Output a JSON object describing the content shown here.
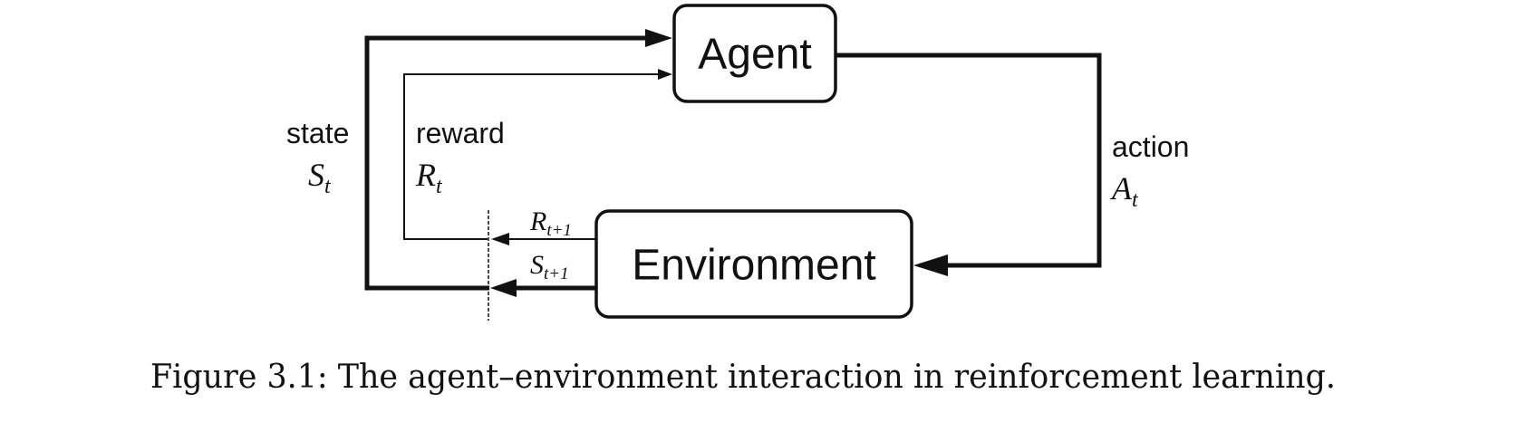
{
  "diagram": {
    "nodes": {
      "agent": {
        "label": "Agent"
      },
      "environment": {
        "label": "Environment"
      }
    },
    "edges": {
      "action": {
        "word": "action",
        "symbol": "A",
        "subscript": "t"
      },
      "state": {
        "word": "state",
        "symbol": "S",
        "subscript": "t"
      },
      "reward": {
        "word": "reward",
        "symbol": "R",
        "subscript": "t"
      },
      "next_reward": {
        "symbol": "R",
        "subscript": "t+1"
      },
      "next_state": {
        "symbol": "S",
        "subscript": "t+1"
      }
    },
    "colors": {
      "stroke": "#111111",
      "background": "#ffffff"
    }
  },
  "caption": "Figure 3.1: The agent–environment interaction in reinforcement learning."
}
